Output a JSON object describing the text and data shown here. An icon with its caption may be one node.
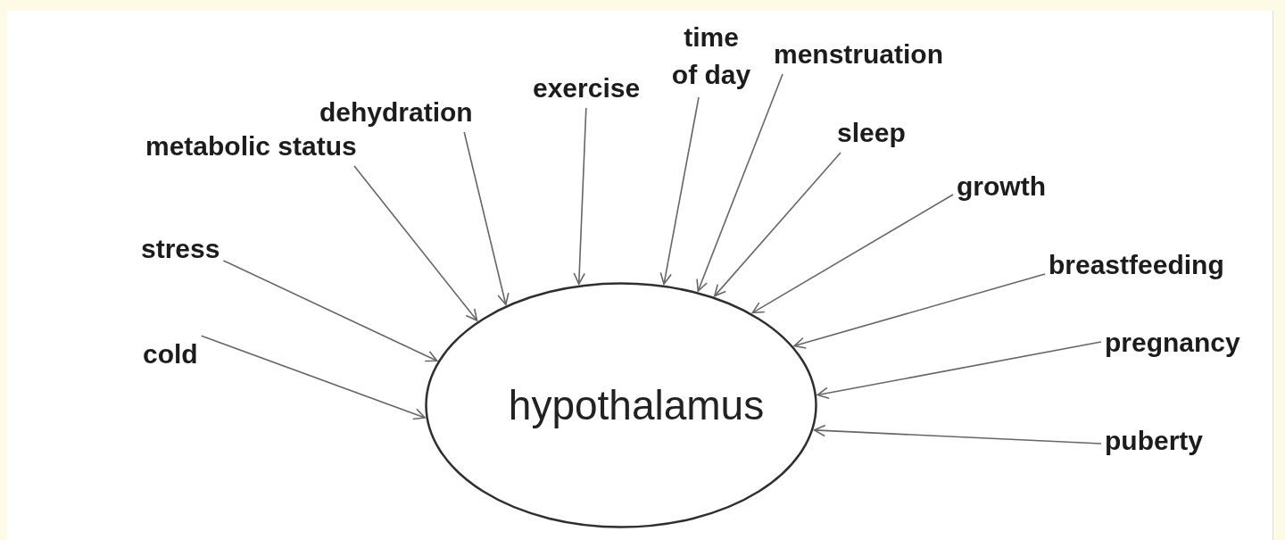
{
  "diagram": {
    "nodes": [
      {
        "text": [
          "time of day"
        ]
      },
      {
        "text": [
          "menstruation"
        ]
      },
      {
        "text": [
          "exercise"
        ]
      },
      {
        "text": [
          "dehydration"
        ]
      },
      {
        "text": [
          "sleep"
        ]
      },
      {
        "text": [
          "metabolic status"
        ]
      },
      {
        "text": [
          "growth"
        ]
      },
      {
        "text": [
          "stress"
        ]
      },
      {
        "text": [
          "breastfeeding"
        ]
      },
      {
        "text": [
          "pregnancy"
        ]
      },
      {
        "text": [
          "cold"
        ]
      },
      {
        "text": [
          "hypothalamus"
        ]
      },
      {
        "text": [
          "puberty"
        ]
      }
    ],
    "edges": [
      {
        "from": 0,
        "to": 11,
        "arrow": "to"
      },
      {
        "from": 1,
        "to": 11,
        "arrow": "to"
      },
      {
        "from": 2,
        "to": 11,
        "arrow": "to"
      },
      {
        "from": 3,
        "to": 11,
        "arrow": "to"
      },
      {
        "from": 4,
        "to": 11,
        "arrow": "to"
      },
      {
        "from": 5,
        "to": 11,
        "arrow": "to"
      },
      {
        "from": 6,
        "to": 11,
        "arrow": "to"
      },
      {
        "from": 7,
        "to": 11,
        "arrow": "to"
      },
      {
        "from": 8,
        "to": 11,
        "arrow": "to"
      },
      {
        "from": 9,
        "to": 11,
        "arrow": "to"
      },
      {
        "from": 10,
        "to": 11,
        "arrow": "to"
      },
      {
        "from": 12,
        "to": 11,
        "arrow": "to"
      }
    ]
  }
}
